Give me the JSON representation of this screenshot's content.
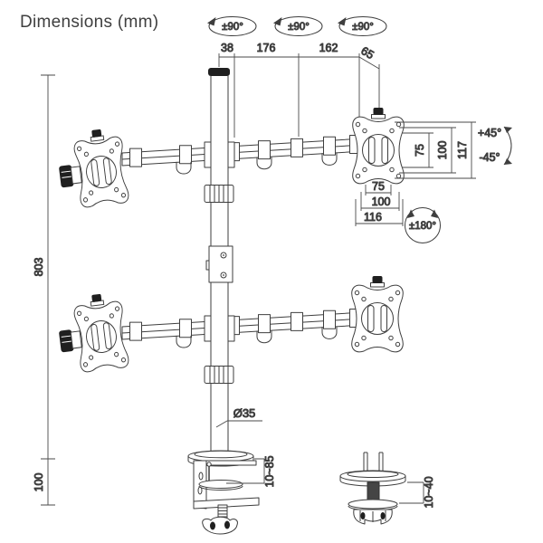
{
  "title": "Dimensions (mm)",
  "units": "mm",
  "colors": {
    "line": "#3e3e3e",
    "dim_line": "#4a4a4a",
    "text": "#383838",
    "black_fill": "#1f1f1f",
    "background": "#ffffff"
  },
  "rotation_labels": {
    "pole": "±90°",
    "mid_arm": "±90°",
    "end_arm": "±90°"
  },
  "swivel_label": "±180°",
  "tilt_labels": {
    "up": "+45°",
    "down": "-45°"
  },
  "top_dims": {
    "pole_offset": "38",
    "inner_segment": "176",
    "outer_segment": "162",
    "end_link": "65"
  },
  "vesa_vertical_dims": {
    "inner": "75",
    "middle": "100",
    "outer": "117"
  },
  "vesa_horizontal_dims": {
    "inner": "75",
    "middle": "100",
    "outer": "116"
  },
  "height_dims": {
    "pole_above_desk": "803",
    "below_desk": "100"
  },
  "pole_diameter_label": "Ø35",
  "clamp_thickness_range": "10~85",
  "grommet_thickness_range": "10~40"
}
